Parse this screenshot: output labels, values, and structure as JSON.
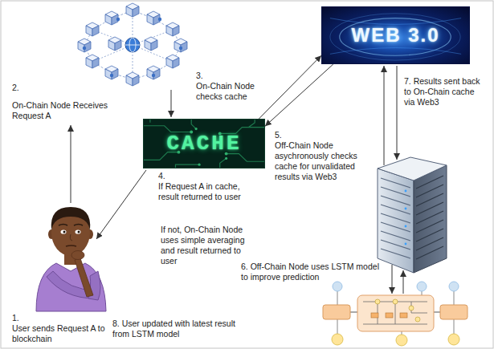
{
  "diagram": {
    "nodes": [
      {
        "text": [
          "CACHE"
        ]
      },
      {
        "text": [
          "WEB 3.0"
        ]
      }
    ],
    "edges": [
      {
        "from": 0,
        "to": 1,
        "arrow": "to"
      },
      {
        "from": 1,
        "to": 0,
        "arrow": "to"
      }
    ],
    "labels": [
      "2.",
      "On-Chain Node Receives Request A",
      "3.",
      "On-Chain Node checks cache",
      "7. Results sent back to On-Chain cache via Web3",
      "4.",
      "If Request A in cache, result returned to user",
      "5.",
      "Off-Chain Node asychronously checks cache for unvalidated results via Web3",
      "If not, On-Chain Node uses simple averaging and result returned to user",
      "6. Off-Chain Node uses LSTM model to improve prediction",
      "1.",
      "User sends Request A to blockchain",
      "8. User updated with latest result from LSTM model"
    ]
  }
}
